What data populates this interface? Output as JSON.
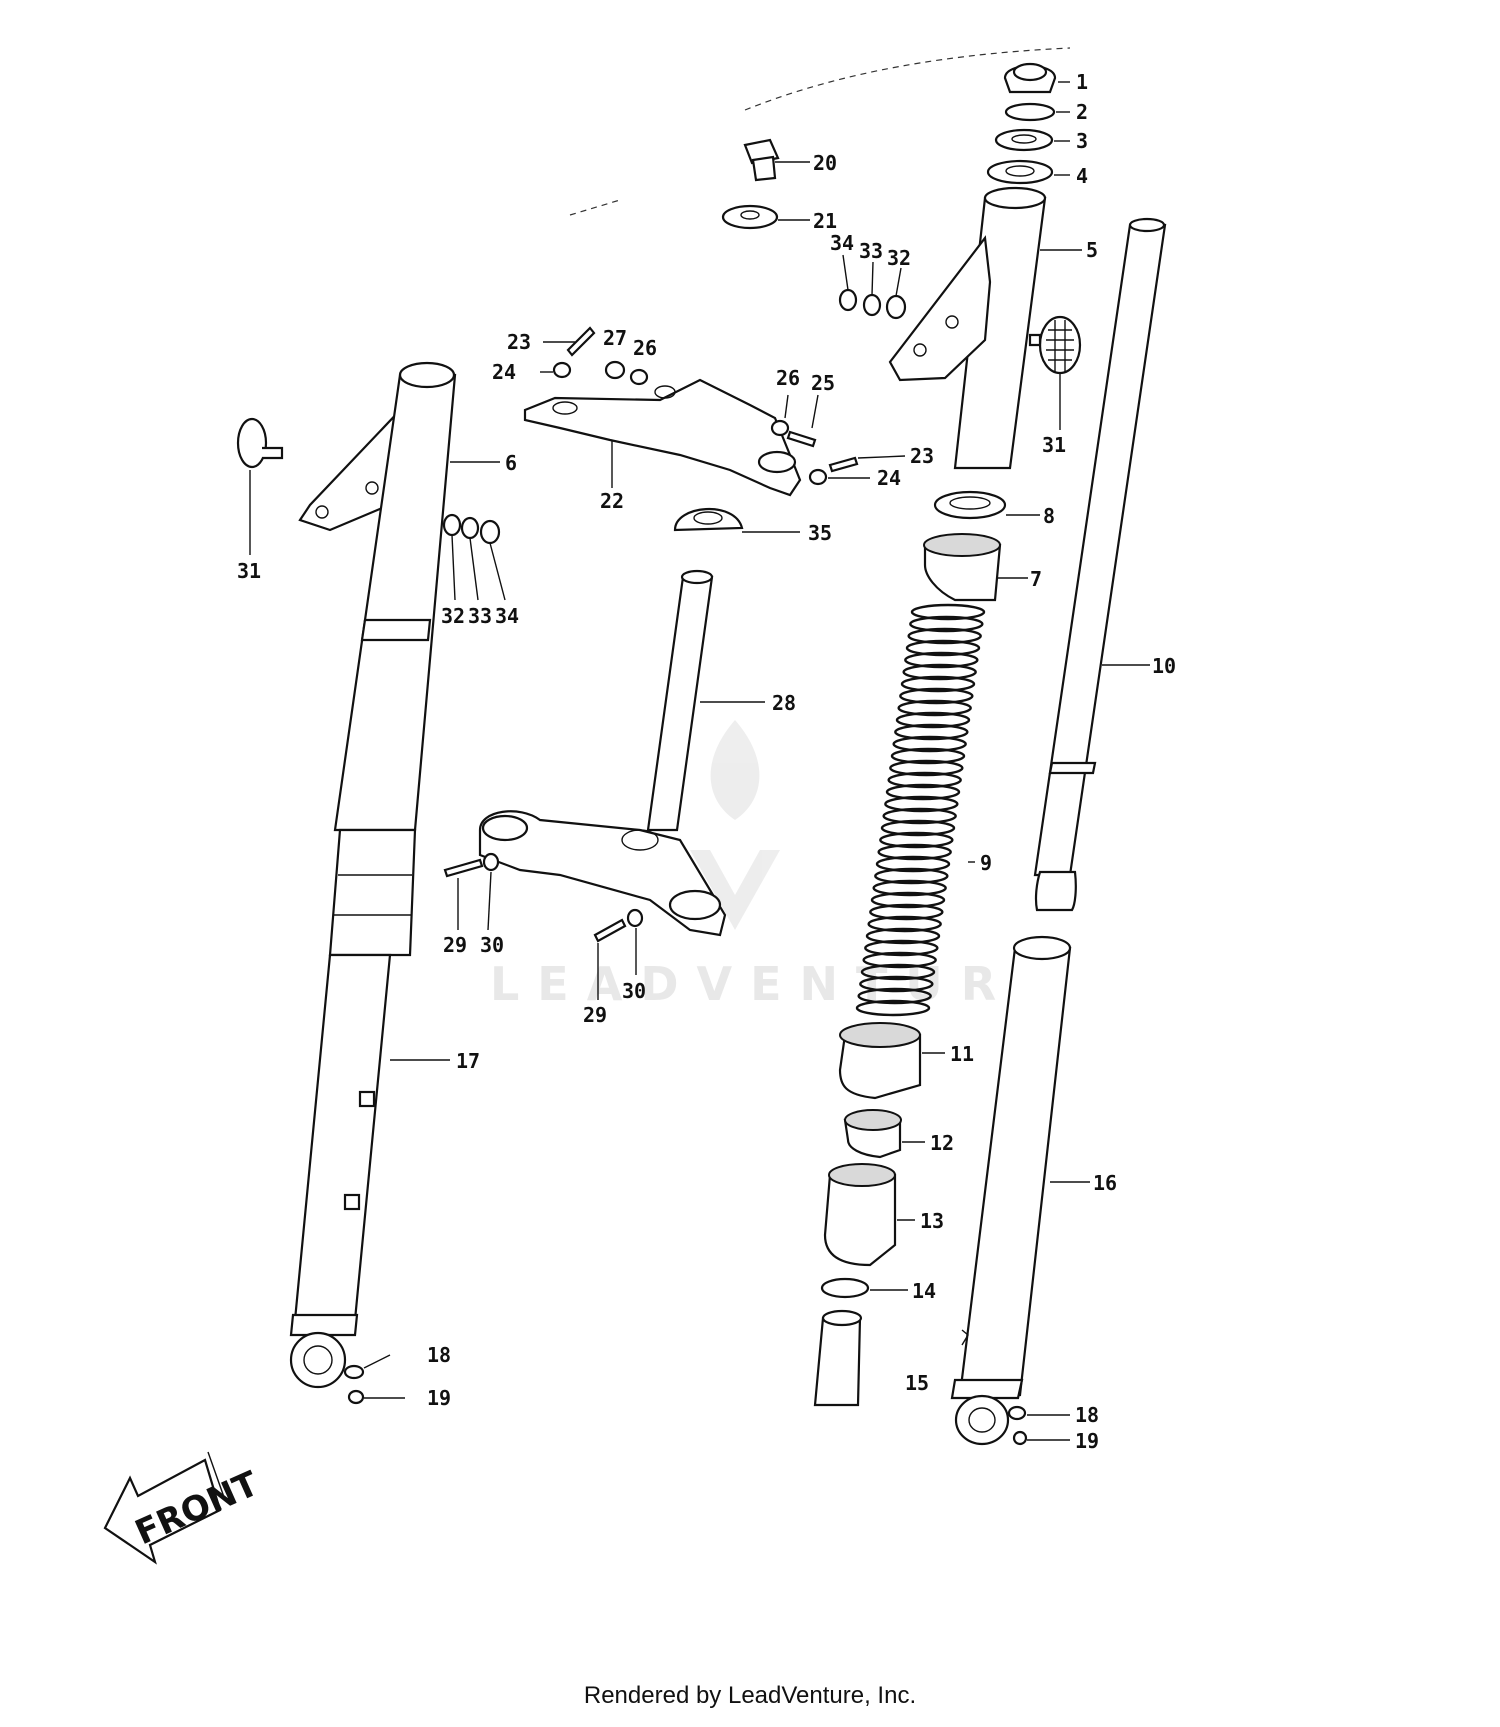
{
  "watermark": {
    "text": "LEADVENTURE"
  },
  "front_arrow": {
    "label": "FRONT"
  },
  "footer": {
    "text": "Rendered by LeadVenture, Inc."
  },
  "callouts": [
    {
      "id": "c1",
      "text": "1"
    },
    {
      "id": "c2",
      "text": "2"
    },
    {
      "id": "c3",
      "text": "3"
    },
    {
      "id": "c4",
      "text": "4"
    },
    {
      "id": "c5",
      "text": "5"
    },
    {
      "id": "c6",
      "text": "6"
    },
    {
      "id": "c7",
      "text": "7"
    },
    {
      "id": "c8",
      "text": "8"
    },
    {
      "id": "c9",
      "text": "9"
    },
    {
      "id": "c10",
      "text": "10"
    },
    {
      "id": "c11",
      "text": "11"
    },
    {
      "id": "c12",
      "text": "12"
    },
    {
      "id": "c13",
      "text": "13"
    },
    {
      "id": "c14",
      "text": "14"
    },
    {
      "id": "c15",
      "text": "15"
    },
    {
      "id": "c16",
      "text": "16"
    },
    {
      "id": "c17",
      "text": "17"
    },
    {
      "id": "c18a",
      "text": "18"
    },
    {
      "id": "c19a",
      "text": "19"
    },
    {
      "id": "c18b",
      "text": "18"
    },
    {
      "id": "c19b",
      "text": "19"
    },
    {
      "id": "c20",
      "text": "20"
    },
    {
      "id": "c21",
      "text": "21"
    },
    {
      "id": "c22",
      "text": "22"
    },
    {
      "id": "c23a",
      "text": "23"
    },
    {
      "id": "c23b",
      "text": "23"
    },
    {
      "id": "c24a",
      "text": "24"
    },
    {
      "id": "c24b",
      "text": "24"
    },
    {
      "id": "c25",
      "text": "25"
    },
    {
      "id": "c26a",
      "text": "26"
    },
    {
      "id": "c26b",
      "text": "26"
    },
    {
      "id": "c27",
      "text": "27"
    },
    {
      "id": "c28",
      "text": "28"
    },
    {
      "id": "c29a",
      "text": "29"
    },
    {
      "id": "c30a",
      "text": "30"
    },
    {
      "id": "c29b",
      "text": "29"
    },
    {
      "id": "c30b",
      "text": "30"
    },
    {
      "id": "c31a",
      "text": "31"
    },
    {
      "id": "c31b",
      "text": "31"
    },
    {
      "id": "c32a",
      "text": "32"
    },
    {
      "id": "c33a",
      "text": "33"
    },
    {
      "id": "c34a",
      "text": "34"
    },
    {
      "id": "c32b",
      "text": "32"
    },
    {
      "id": "c33b",
      "text": "33"
    },
    {
      "id": "c34b",
      "text": "34"
    },
    {
      "id": "c35",
      "text": "35"
    }
  ]
}
